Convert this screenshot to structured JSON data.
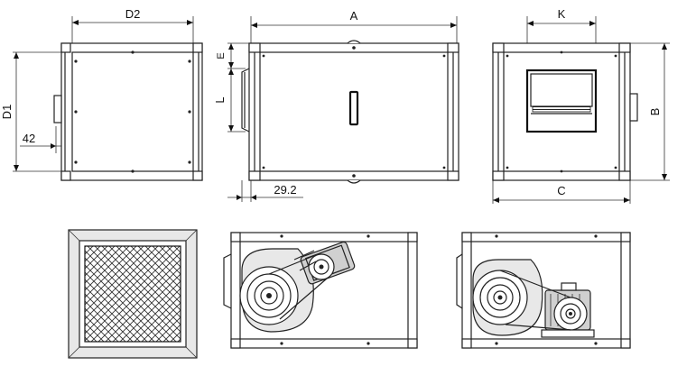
{
  "labels": {
    "d2": "D2",
    "a": "A",
    "k": "K",
    "d1": "D1",
    "e": "E",
    "l": "L",
    "b": "B",
    "c": "C",
    "dim42": "42",
    "dim292": "29.2"
  }
}
